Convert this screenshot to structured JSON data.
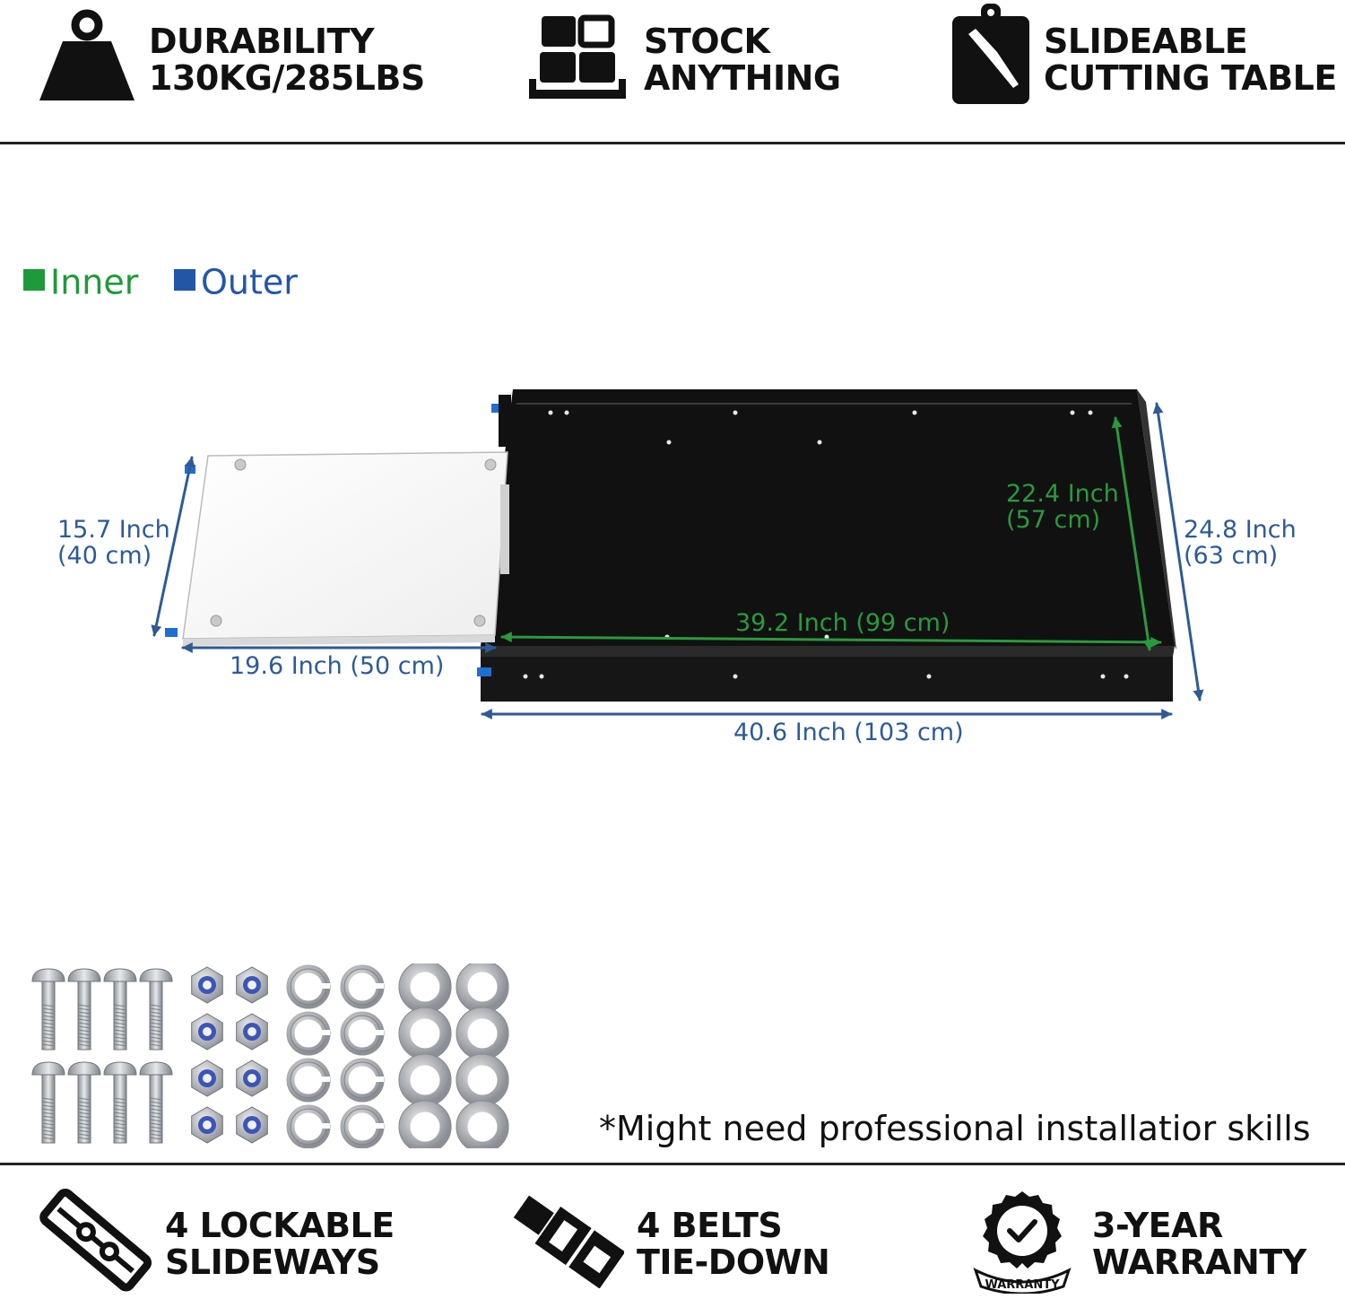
{
  "features_top": [
    {
      "icon": "weight-icon",
      "line1": "DURABILITY",
      "line2": "130KG/285LBS"
    },
    {
      "icon": "blocks-icon",
      "line1": "STOCK",
      "line2": "ANYTHING"
    },
    {
      "icon": "cutting-board-icon",
      "line1": "SLIDEABLE",
      "line2": "CUTTING TABLE"
    }
  ],
  "legend": {
    "inner": {
      "label": "Inner",
      "color": "#1f9a3a"
    },
    "outer": {
      "label": "Outer",
      "color": "#2456a8"
    }
  },
  "dimensions": {
    "cutting_board_depth": {
      "line1": "15.7 Inch",
      "line2": "(40 cm)"
    },
    "cutting_board_width": {
      "label": "19.6 Inch (50 cm)"
    },
    "tray_outer_width": {
      "label": "40.6 Inch (103 cm)"
    },
    "tray_outer_depth": {
      "line1": "24.8 Inch",
      "line2": "(63 cm)"
    },
    "tray_inner_width": {
      "label": "39.2 Inch (99 cm)"
    },
    "tray_inner_depth": {
      "line1": "22.4 Inch",
      "line2": "(57 cm)"
    }
  },
  "hardware_kit": {
    "bolts": 8,
    "lock_nuts": 8,
    "spring_washers": 8,
    "flat_washers": 8
  },
  "note": "*Might need professional installatior skills",
  "features_bottom": [
    {
      "icon": "slideway-icon",
      "line1": "4 LOCKABLE",
      "line2": "SLIDEWAYS"
    },
    {
      "icon": "belt-buckle-icon",
      "line1": "4 BELTS",
      "line2": "TIE-DOWN"
    },
    {
      "icon": "warranty-badge-icon",
      "line1": "3-YEAR",
      "line2": "WARRANTY",
      "badge_text": "WARRANTY"
    }
  ]
}
